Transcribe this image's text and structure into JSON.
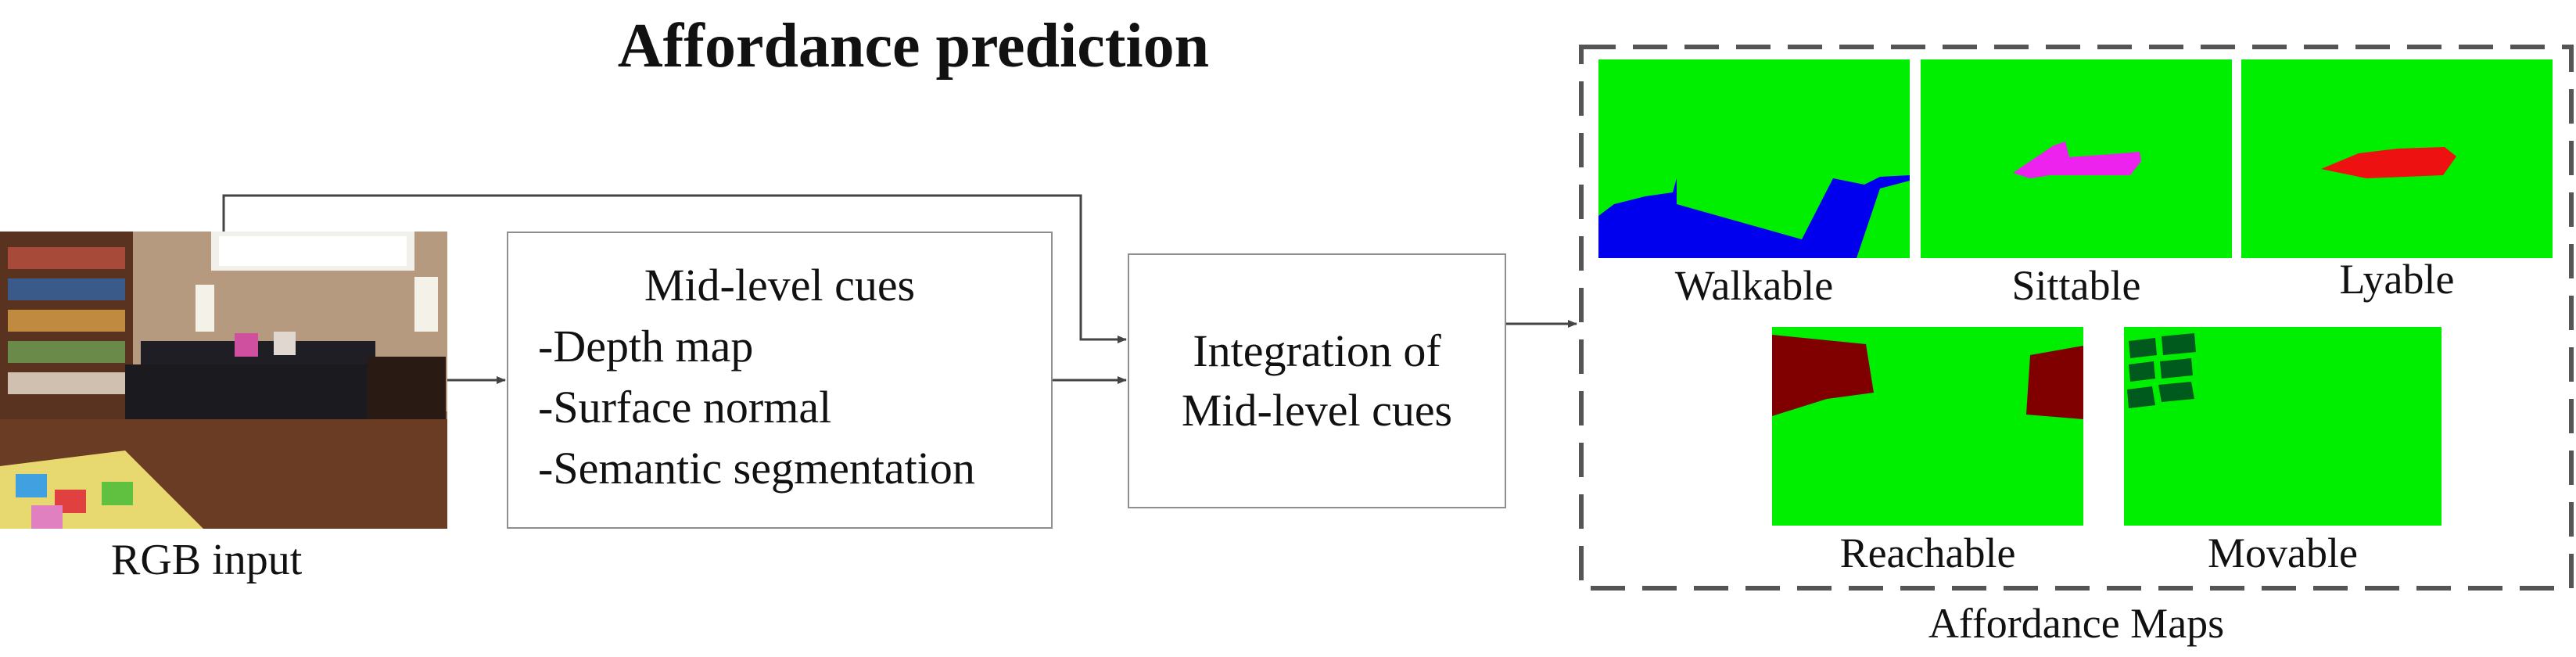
{
  "title": "Affordance prediction",
  "input_caption": "RGB  input",
  "cues_box": {
    "heading": "Mid-level cues",
    "items": [
      "-Depth map",
      "-Surface normal",
      "-Semantic segmentation"
    ]
  },
  "integration_box": {
    "line1": "Integration of",
    "line2": "Mid-level cues"
  },
  "maps_caption": "Affordance Maps",
  "maps": [
    {
      "label": "Walkable",
      "region_color": "#0000ee"
    },
    {
      "label": "Sittable",
      "region_color": "#ee22ee"
    },
    {
      "label": "Lyable",
      "region_color": "#ee1111"
    },
    {
      "label": "Reachable",
      "region_color": "#800000"
    },
    {
      "label": "Movable",
      "region_color": "#005a1e"
    }
  ],
  "colors": {
    "map_background": "#00ee00",
    "arrow": "#444444",
    "box_border": "#8f8f8f",
    "dashed_border": "#555555"
  }
}
